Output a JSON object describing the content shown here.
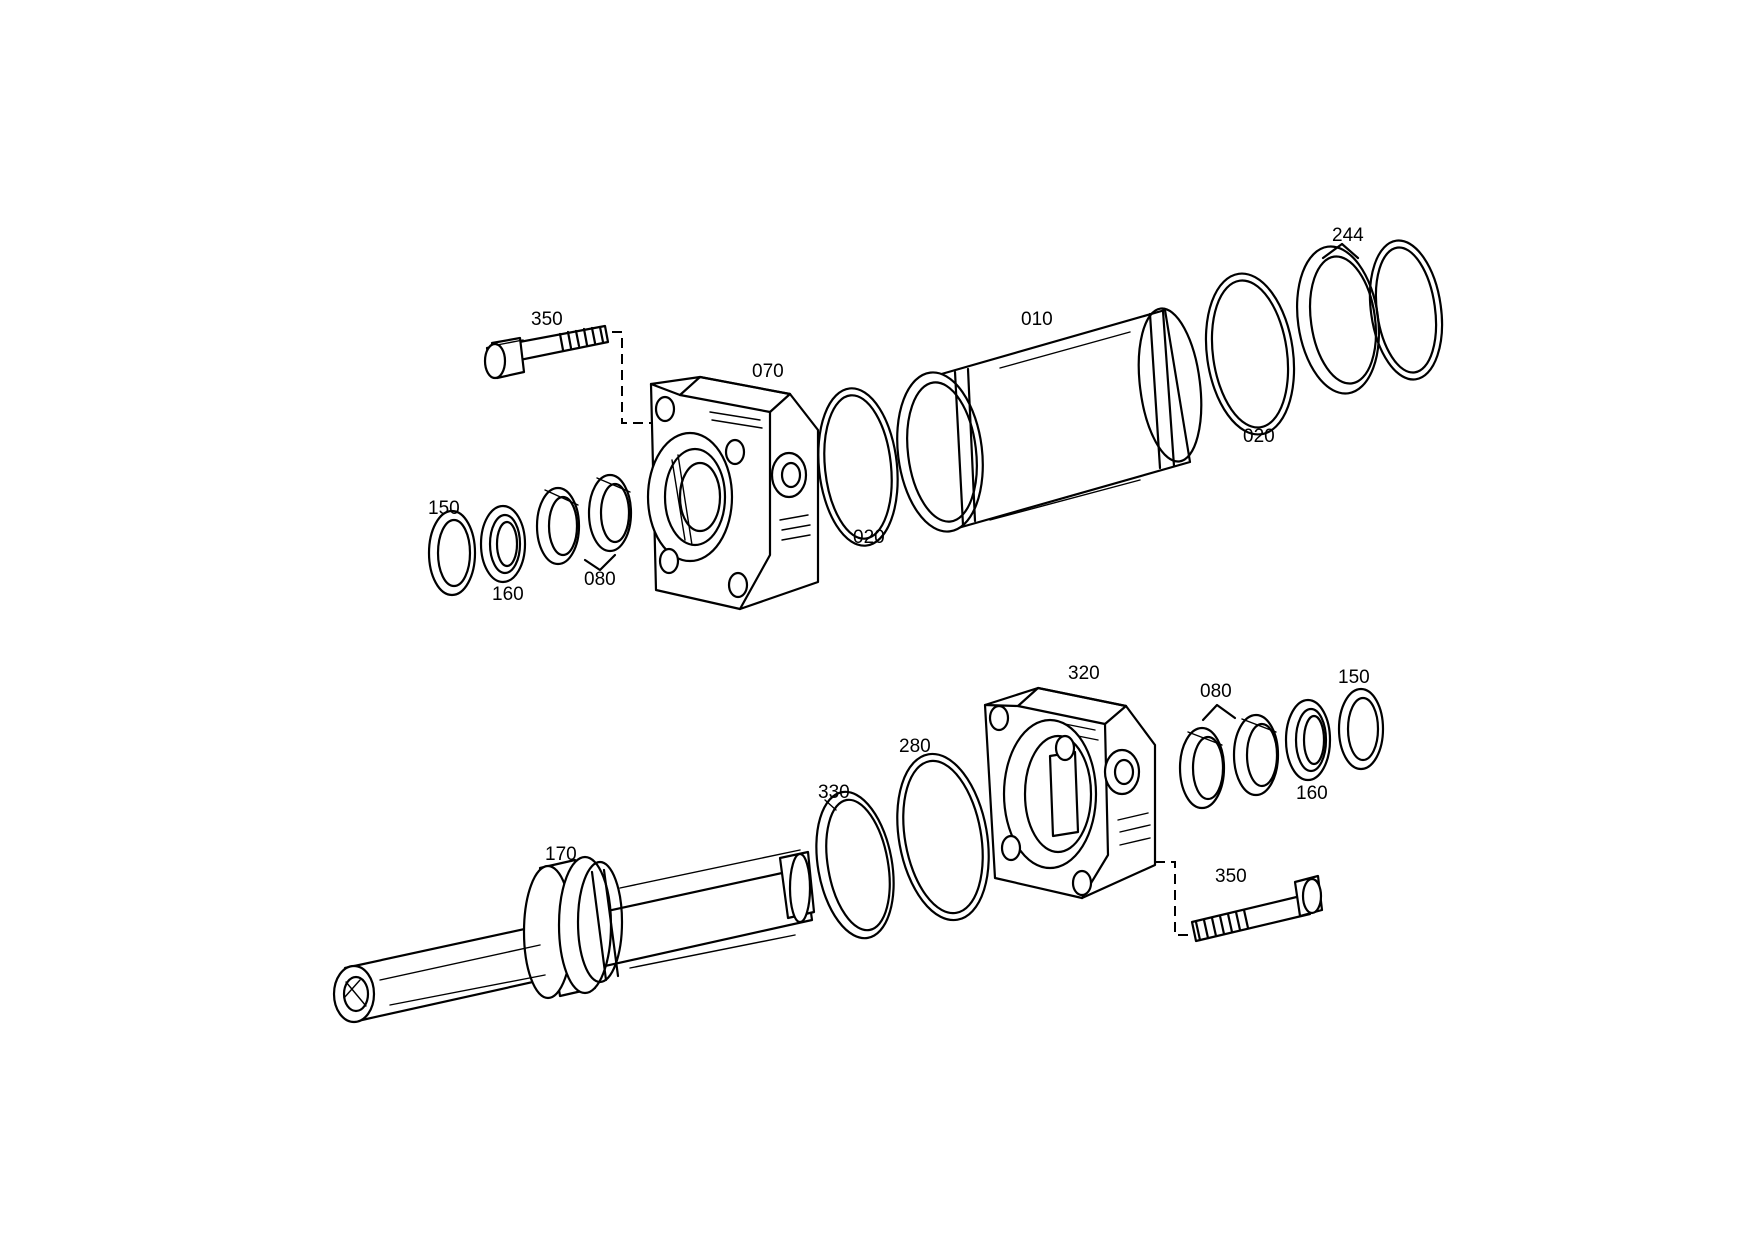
{
  "callouts": {
    "bolt_top": "350",
    "flange_top": "070",
    "tube": "010",
    "seal_ring_pair": "244",
    "oring_tube_right": "020",
    "oring_tube_left": "020",
    "ring_150_top": "150",
    "ring_160_top": "160",
    "rings_080_top": "080",
    "flange_bottom": "320",
    "rings_080_bottom": "080",
    "ring_150_bottom": "150",
    "ring_160_bottom": "160",
    "oring_280": "280",
    "ring_330": "330",
    "piston_rod": "170",
    "bolt_bottom": "350"
  }
}
